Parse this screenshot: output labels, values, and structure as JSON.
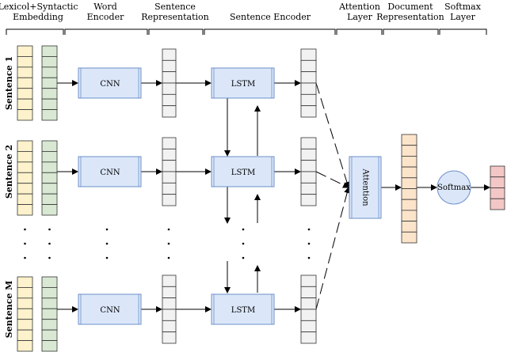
{
  "headers": {
    "embedding": [
      "Lexicol+Syntactic",
      "Embedding"
    ],
    "word_encoder": [
      "Word",
      "Encoder"
    ],
    "sentence_representation": [
      "Sentence",
      "Representation"
    ],
    "sentence_encoder": [
      "Sentence Encoder"
    ],
    "attention_layer": [
      "Attention",
      "Layer"
    ],
    "document_representation": [
      "Document",
      "Representation"
    ],
    "softmax_layer": [
      "Softmax",
      "Layer"
    ]
  },
  "rows": [
    {
      "sentence_label": "Sentence 1",
      "cnn_label": "CNN",
      "lstm_label": "LSTM"
    },
    {
      "sentence_label": "Sentence 2",
      "cnn_label": "CNN",
      "lstm_label": "LSTM"
    },
    {
      "sentence_label": "Sentence M",
      "cnn_label": "CNN",
      "lstm_label": "LSTM"
    }
  ],
  "attention_label": "Attention",
  "softmax_label": "Softmax",
  "colors": {
    "lexical": "#fdf2cc",
    "syntactic": "#d8e8d2",
    "sent_rep": "#f2f2f2",
    "encoder_rep": "#f2f2f2",
    "doc_rep": "#fce4cb",
    "output": "#f4c7c7",
    "module": "#dbe7f9",
    "softmax_circle": "#dbe7f9"
  }
}
